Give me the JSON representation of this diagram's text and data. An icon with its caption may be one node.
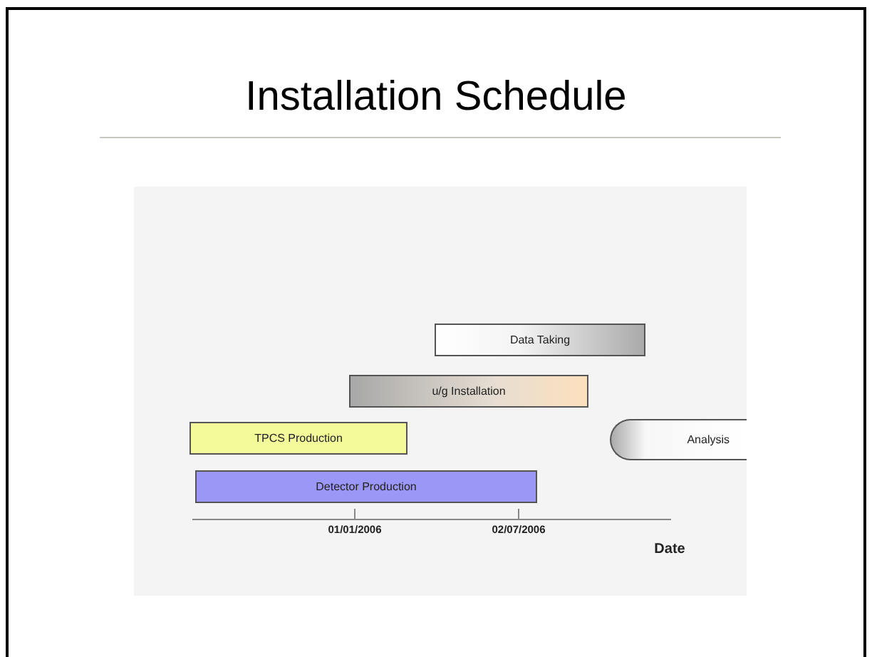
{
  "diagram": {
    "title": "Installation Schedule",
    "nodes": [
      {
        "text": [
          "Data Taking"
        ]
      },
      {
        "text": [
          "u/g Installation"
        ]
      },
      {
        "text": [
          "TPCS Production"
        ]
      },
      {
        "text": [
          "Analysis"
        ]
      },
      {
        "text": [
          "Detector Production"
        ]
      }
    ],
    "labels": [
      "01/01/2006",
      "02/07/2006",
      "Date"
    ]
  }
}
